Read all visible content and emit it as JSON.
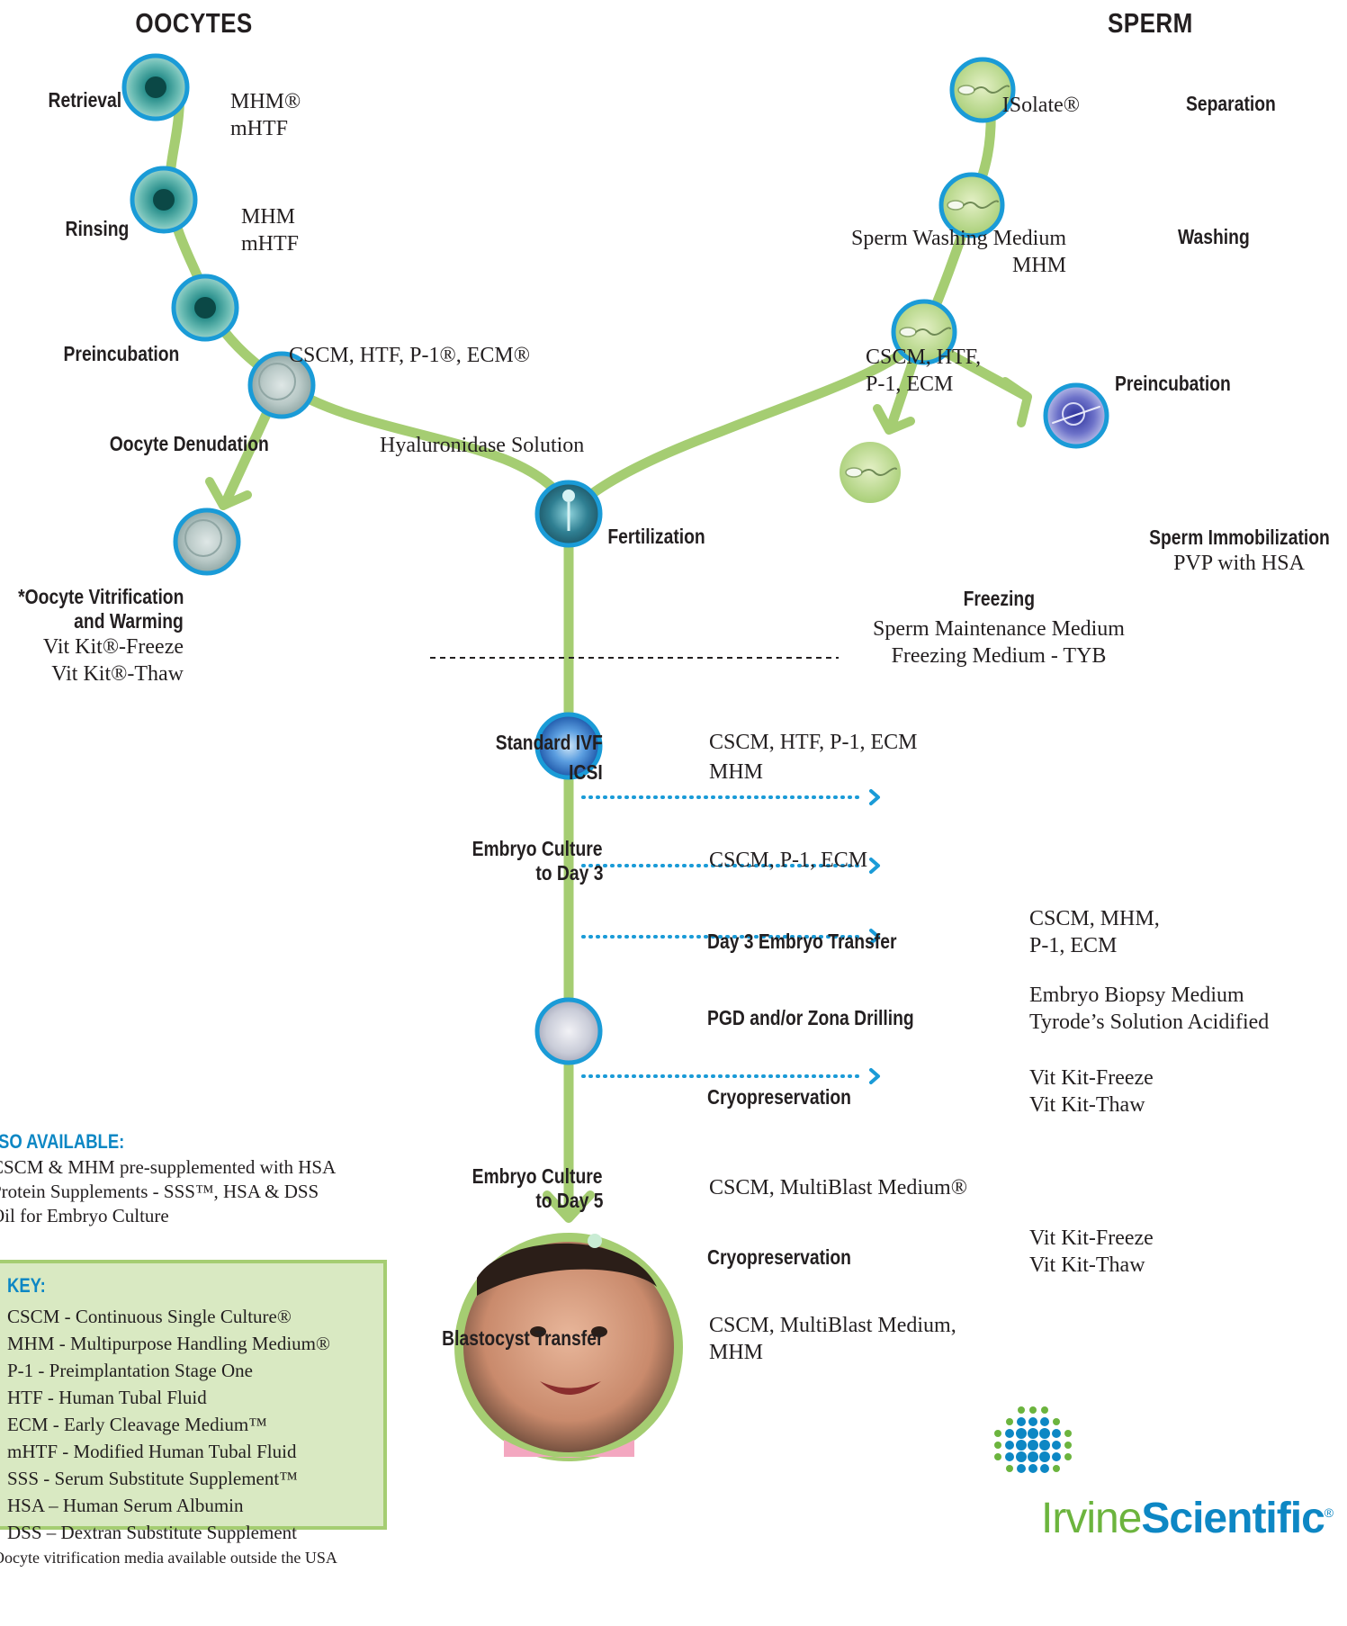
{
  "headers": {
    "oocytes": "OOCYTES",
    "sperm": "SPERM"
  },
  "oocyte_steps": {
    "retrieval": {
      "label": "Retrieval",
      "media": [
        "MHM®",
        "mHTF"
      ]
    },
    "rinsing": {
      "label": "Rinsing",
      "media": [
        "MHM",
        "mHTF"
      ]
    },
    "preincubation": {
      "label": "Preincubation",
      "media": [
        "CSCM, HTF, P-1®, ECM®"
      ]
    },
    "denudation": {
      "label": "Oocyte Denudation",
      "media": [
        "Hyaluronidase Solution"
      ]
    },
    "vitrification": {
      "label": [
        "*Oocyte Vitrification",
        "and Warming"
      ],
      "media": [
        "Vit Kit®-Freeze",
        "Vit Kit®-Thaw"
      ]
    }
  },
  "sperm_steps": {
    "separation": {
      "label": "Separation",
      "media": [
        "ISolate®"
      ]
    },
    "washing": {
      "label": "Washing",
      "media": [
        "Sperm Washing Medium",
        "MHM"
      ]
    },
    "preincubation": {
      "label": "Preincubation",
      "media": [
        "CSCM, HTF,",
        "P-1, ECM"
      ]
    },
    "freezing": {
      "label": "Freezing",
      "media": [
        "Sperm Maintenance Medium",
        "Freezing Medium - TYB"
      ]
    },
    "immobilization": {
      "label": "Sperm Immobilization",
      "media": [
        "PVP with HSA"
      ]
    }
  },
  "fertilization": {
    "label": "Fertilization"
  },
  "ivf": {
    "standard_label": "Standard IVF",
    "standard_media": "CSCM, HTF, P-1, ECM",
    "icsi_label": "ICSI",
    "icsi_media": "MHM"
  },
  "culture_day3": {
    "label": [
      "Embryo Culture",
      "to Day 3"
    ],
    "media": "CSCM, P-1, ECM"
  },
  "branches_day3": [
    {
      "label": "Day 3 Embryo Transfer",
      "media": [
        "CSCM, MHM,",
        "P-1, ECM"
      ]
    },
    {
      "label": "PGD and/or Zona Drilling",
      "media": [
        "Embryo Biopsy Medium",
        "Tyrode’s Solution Acidified"
      ]
    },
    {
      "label": "Cryopreservation",
      "media": [
        "Vit Kit-Freeze",
        "Vit Kit-Thaw"
      ]
    }
  ],
  "culture_day5": {
    "label": [
      "Embryo Culture",
      "to Day 5"
    ],
    "media": "CSCM, MultiBlast Medium®"
  },
  "branch_day5": {
    "label": "Cryopreservation",
    "media": [
      "Vit Kit-Freeze",
      "Vit Kit-Thaw"
    ]
  },
  "blastocyst": {
    "label": "Blastocyst Transfer",
    "media": [
      "CSCM, MultiBlast Medium,",
      "MHM"
    ]
  },
  "also_available": {
    "title": "SO AVAILABLE:",
    "items": [
      "CSCM & MHM pre-supplemented with HSA",
      "Protein Supplements - SSS™, HSA & DSS",
      "Oil for Embryo Culture"
    ]
  },
  "key": {
    "title": "KEY:",
    "items": [
      "CSCM - Continuous Single Culture®",
      "MHM - Multipurpose Handling Medium®",
      "P-1 - Preimplantation Stage One",
      "HTF - Human Tubal Fluid",
      "ECM - Early Cleavage Medium™",
      "mHTF - Modified Human Tubal Fluid",
      "SSS - Serum Substitute Supplement™",
      "HSA – Human Serum Albumin",
      "DSS – Dextran Substitute Supplement"
    ]
  },
  "footnote": "Oocyte vitrification media available outside the USA",
  "logo": {
    "part1": "Irvine",
    "part2": "Scientific",
    "mark": "®"
  },
  "colors": {
    "path": "#a5cd72",
    "ring": "#1a9bd7",
    "accent_blue": "#0d87c4",
    "key_bg": "#d9e9c2",
    "cell": "#2a8f8c"
  }
}
